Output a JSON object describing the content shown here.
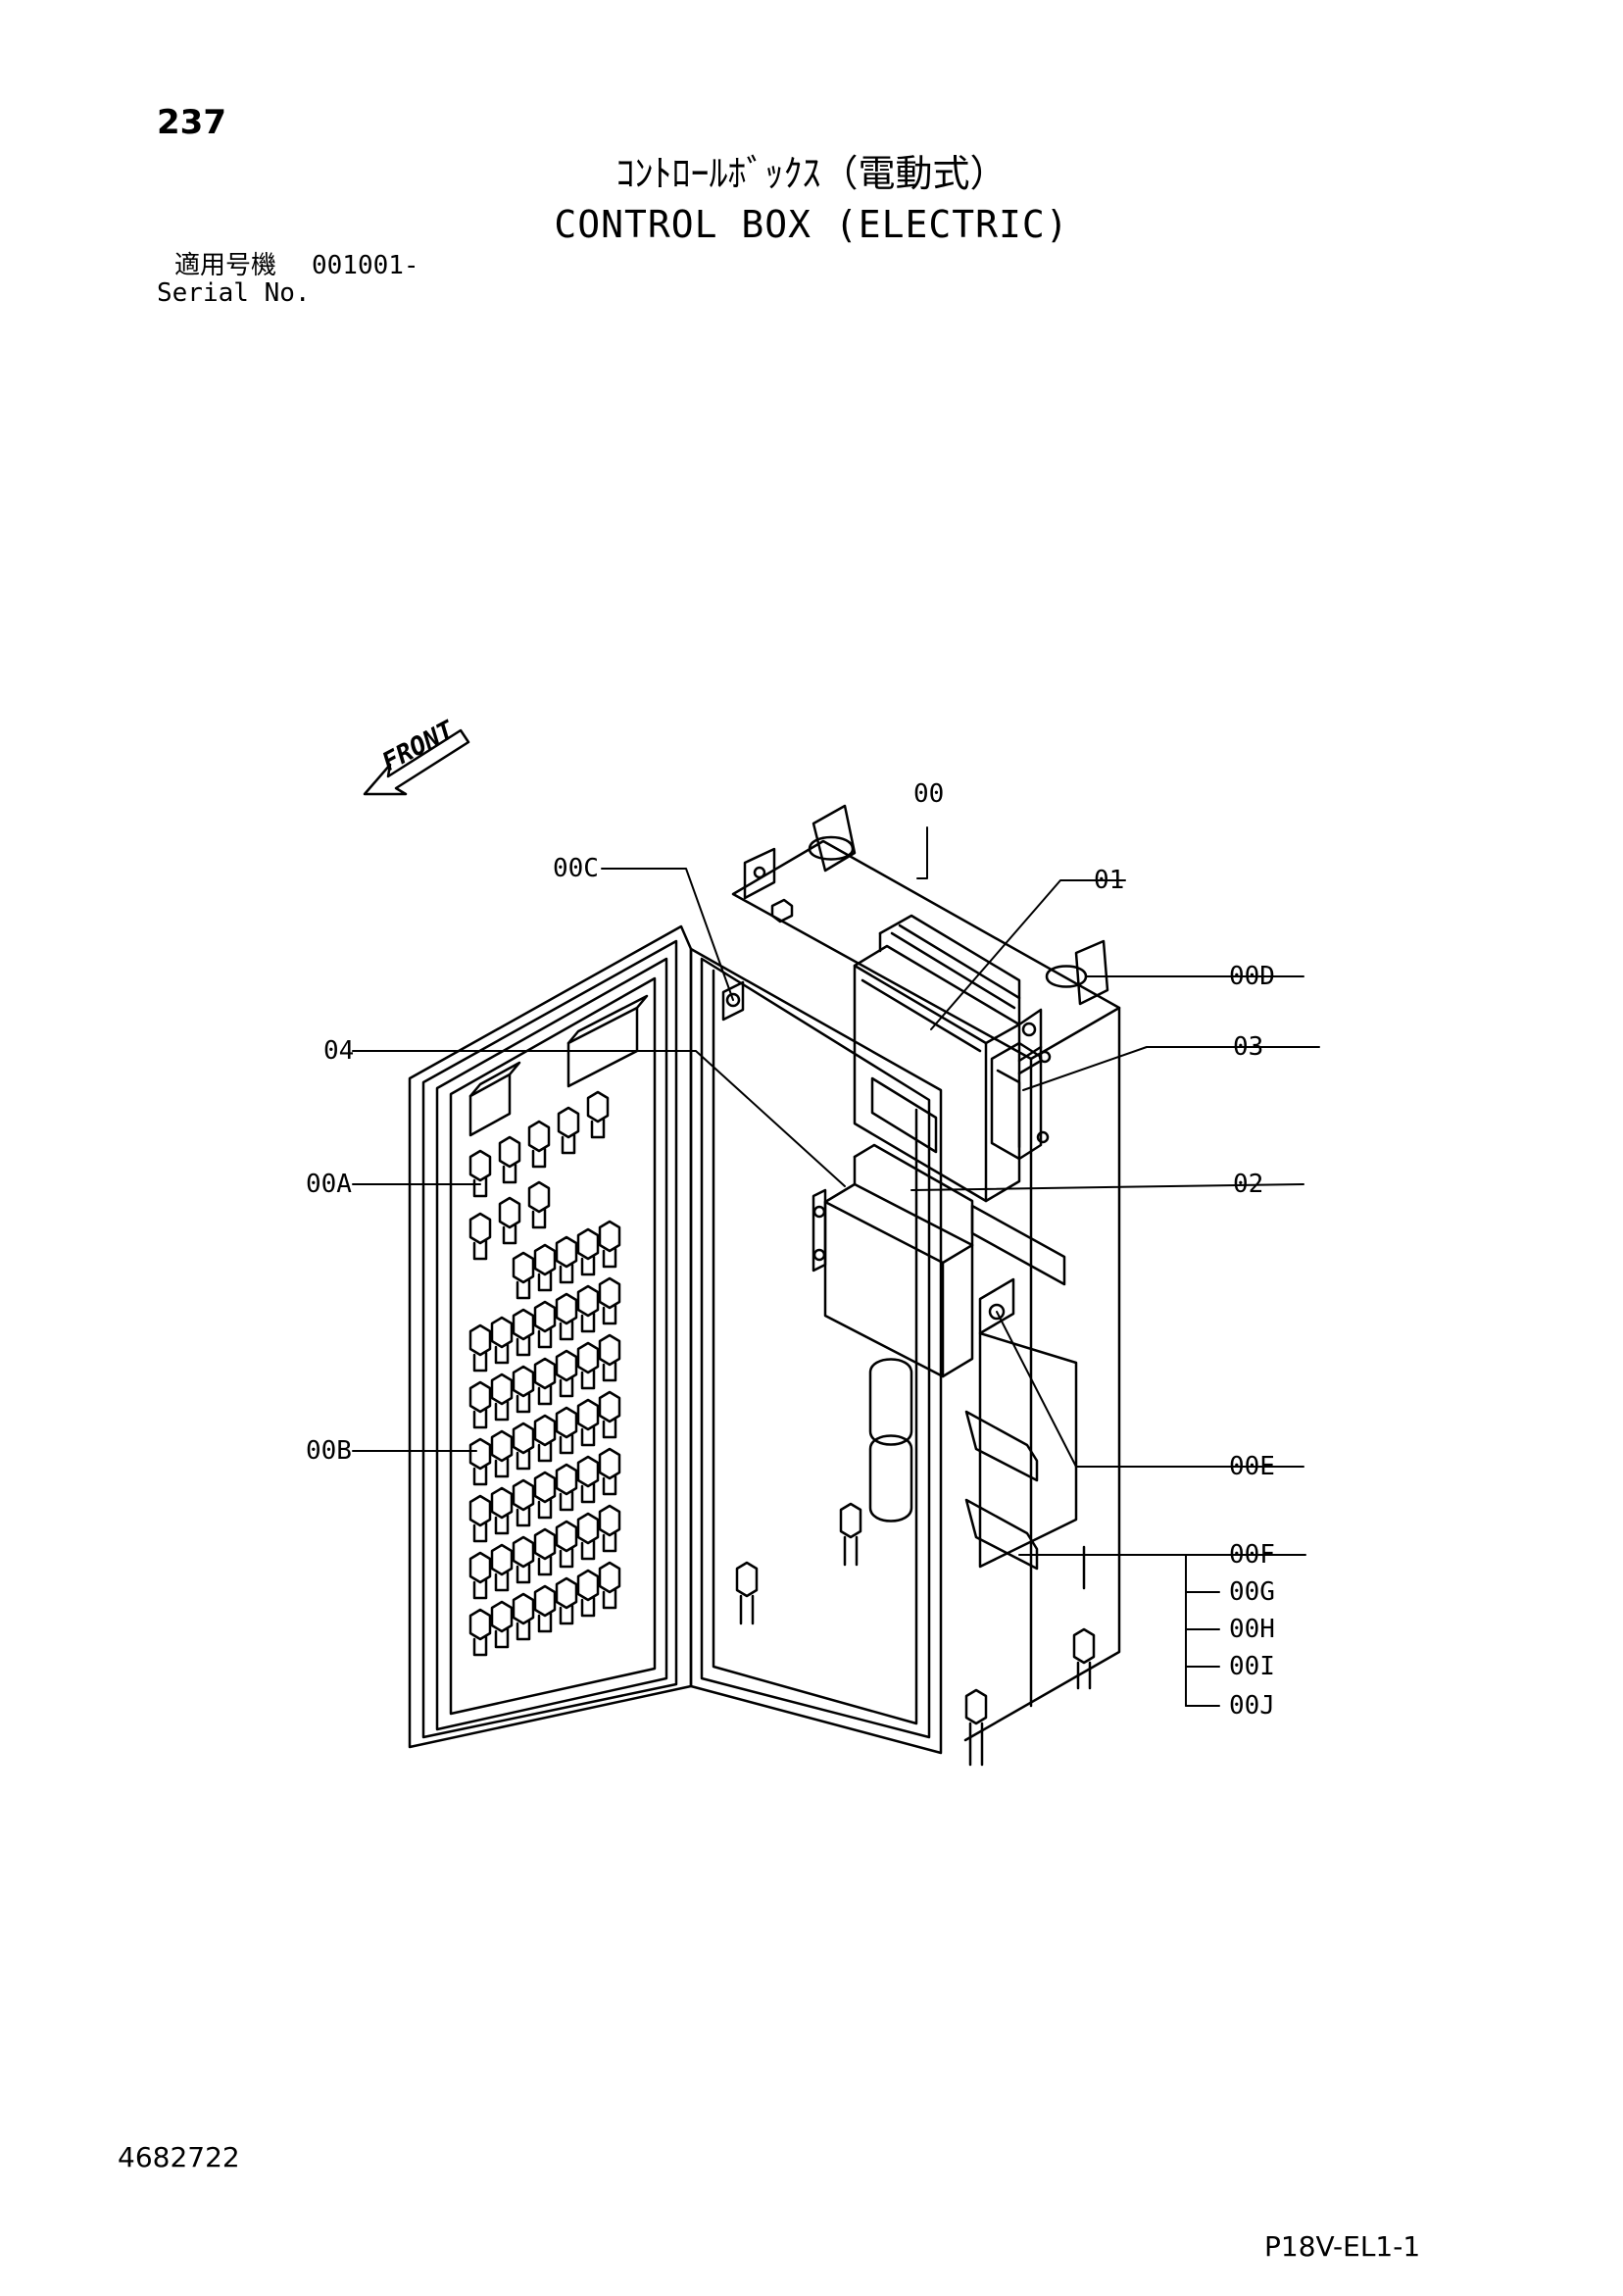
{
  "header": {
    "page_number": "237",
    "title_jp": "ｺﾝﾄﾛｰﾙﾎﾞｯｸｽ（電動式）",
    "title_en": "CONTROL BOX (ELECTRIC)",
    "serial_label_jp": "適用号機",
    "serial_value": "001001-",
    "serial_label_en": "Serial No."
  },
  "diagram": {
    "front_label": "FRONT",
    "callouts": {
      "c00": "00",
      "c00C": "00C",
      "c01": "01",
      "c00D": "00D",
      "c04": "04",
      "c03": "03",
      "c00A": "00A",
      "c02": "02",
      "c00B": "00B",
      "c00E": "00E",
      "c00F": "00F",
      "c00G": "00G",
      "c00H": "00H",
      "c00I": "00I",
      "c00J": "00J"
    }
  },
  "footer": {
    "drawing_number": "4682722",
    "page_code": "P18V-EL1-1"
  }
}
